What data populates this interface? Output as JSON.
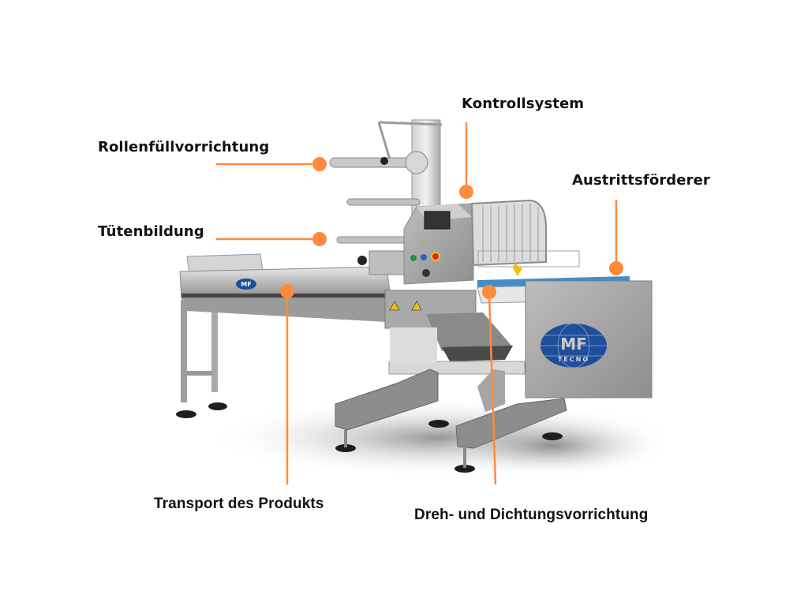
{
  "diagram": {
    "subject": "Horizontal flow-wrap packaging machine",
    "brand_logo_text": {
      "main": "MF",
      "sub": "TECNO"
    },
    "accent_color": "#FF8A3D",
    "callouts": [
      {
        "id": "roll-feeder",
        "label": "Rollenfüllvorrichtung"
      },
      {
        "id": "bag-forming",
        "label": "Tütenbildung"
      },
      {
        "id": "control-system",
        "label": "Kontrollsystem"
      },
      {
        "id": "exit-conveyor",
        "label": "Austrittsförderer"
      },
      {
        "id": "product-transport",
        "label": "Transport des Produkts"
      },
      {
        "id": "turn-seal",
        "label": "Dreh- und Dichtungsvorrichtung"
      }
    ]
  }
}
